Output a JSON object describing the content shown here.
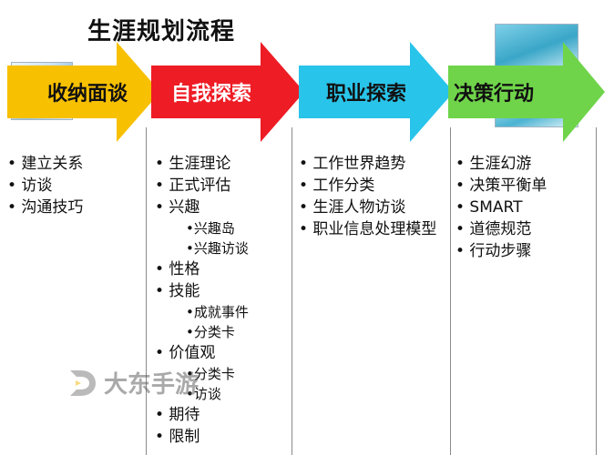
{
  "title": "生涯规划流程",
  "colors": {
    "stage1": "#f7c000",
    "stage2": "#ee1c25",
    "stage3": "#29c4ea",
    "stage4": "#6fd44a"
  },
  "stages": [
    {
      "label": "收纳面谈",
      "items": [
        "• 建立关系",
        "• 访谈",
        "• 沟通技巧"
      ]
    },
    {
      "label": "自我探索",
      "items": [
        {
          "text": "• 生涯理论"
        },
        {
          "text": "• 正式评估"
        },
        {
          "text": "• 兴趣"
        },
        {
          "text": "•兴趣岛",
          "sub": true
        },
        {
          "text": "•兴趣访谈",
          "sub": true
        },
        {
          "text": "•  性格"
        },
        {
          "text": "• 技能"
        },
        {
          "text": "•成就事件",
          "sub": true
        },
        {
          "text": "•分类卡",
          "sub": true
        },
        {
          "text": "• 价值观"
        },
        {
          "text": "•分类卡",
          "sub": true
        },
        {
          "text": "•访谈",
          "sub": true
        },
        {
          "text": "• 期待"
        },
        {
          "text": "•   限制"
        }
      ]
    },
    {
      "label": "职业探索",
      "items": [
        "• 工作世界趋势",
        "• 工作分类",
        "•   生涯人物访谈",
        "•   职业信息处理模型"
      ]
    },
    {
      "label": "决策行动",
      "items": [
        "• 生涯幻游",
        "• 决策平衡单",
        "• SMART",
        "• 道德规范",
        "• 行动步骤"
      ]
    }
  ],
  "watermark": "大东手游"
}
